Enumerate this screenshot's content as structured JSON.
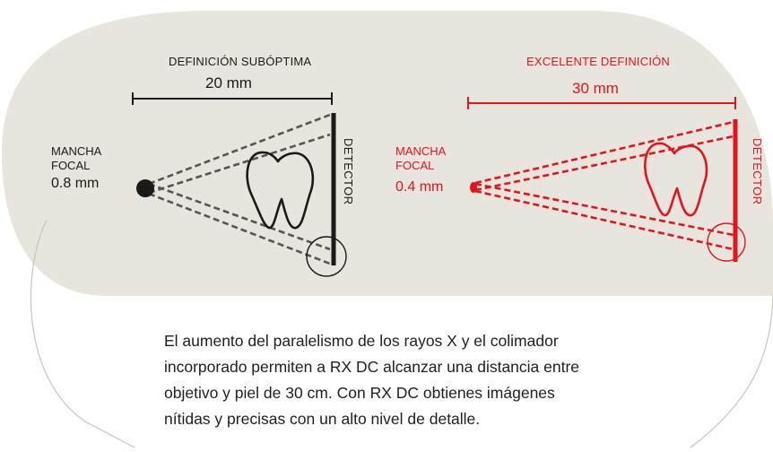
{
  "left": {
    "header": "DEFINICIÓN SUBÓPTIMA",
    "distance": "20 mm",
    "focal_label_line1": "MANCHA",
    "focal_label_line2": "FOCAL",
    "focal_size": "0.8 mm",
    "detector": "DETECTOR"
  },
  "right": {
    "header": "EXCELENTE DEFINICIÓN",
    "distance": "30 mm",
    "focal_label_line1": "MANCHA",
    "focal_label_line2": "FOCAL",
    "focal_size": "0.4 mm",
    "detector": "DETECTOR"
  },
  "caption": [
    "El aumento del paralelismo de los rayos X y el colimador",
    "incorporado permiten a RX DC alcanzar una distancia entre",
    "objetivo y piel de 30 cm. Con RX DC obtienes imágenes",
    "nítidas y precisas con un alto nivel de detalle."
  ],
  "colors": {
    "background_shape": "#e8e4de",
    "outline": "#c9c3bc",
    "dark": "#1a1a1a",
    "gray_rays": "#555555",
    "accent_red": "#e3141b"
  }
}
